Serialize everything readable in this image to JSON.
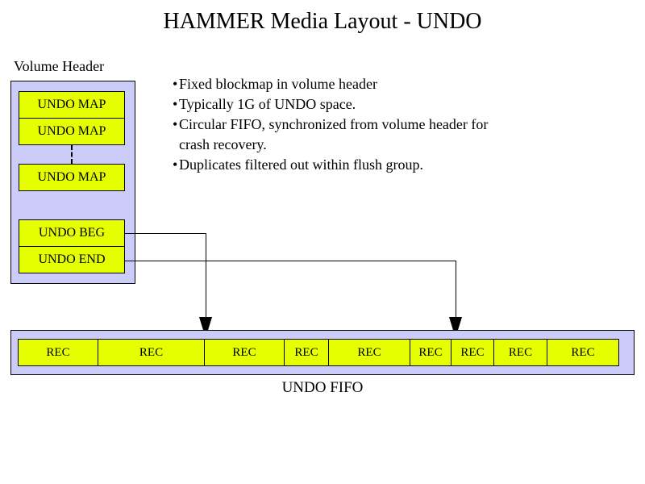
{
  "title": "HAMMER Media Layout - UNDO",
  "colors": {
    "panel_background": "#ccccf8",
    "cell_background": "#e6ff00",
    "line": "#000000"
  },
  "volume_header": {
    "label": "Volume Header",
    "map_boxes": [
      "UNDO MAP",
      "UNDO MAP",
      "UNDO MAP"
    ],
    "begin_box": "UNDO BEG",
    "end_box": "UNDO END"
  },
  "notes": [
    {
      "bullet": true,
      "text": "Fixed blockmap in volume header"
    },
    {
      "bullet": true,
      "text": "Typically 1G of UNDO space."
    },
    {
      "bullet": true,
      "text": "Circular FIFO, synchronized from volume header for"
    },
    {
      "bullet": false,
      "text": "crash recovery."
    },
    {
      "bullet": true,
      "text": "Duplicates filtered out within flush group."
    }
  ],
  "bullet_glyph": "•",
  "fifo": {
    "label": "UNDO FIFO",
    "cells": [
      {
        "label": "REC",
        "width": 100
      },
      {
        "label": "REC",
        "width": 133
      },
      {
        "label": "REC",
        "width": 100
      },
      {
        "label": "REC",
        "width": 56
      },
      {
        "label": "REC",
        "width": 102
      },
      {
        "label": "REC",
        "width": 52
      },
      {
        "label": "REC",
        "width": 54
      },
      {
        "label": "REC",
        "width": 67
      },
      {
        "label": "REC",
        "width": 90
      }
    ]
  }
}
